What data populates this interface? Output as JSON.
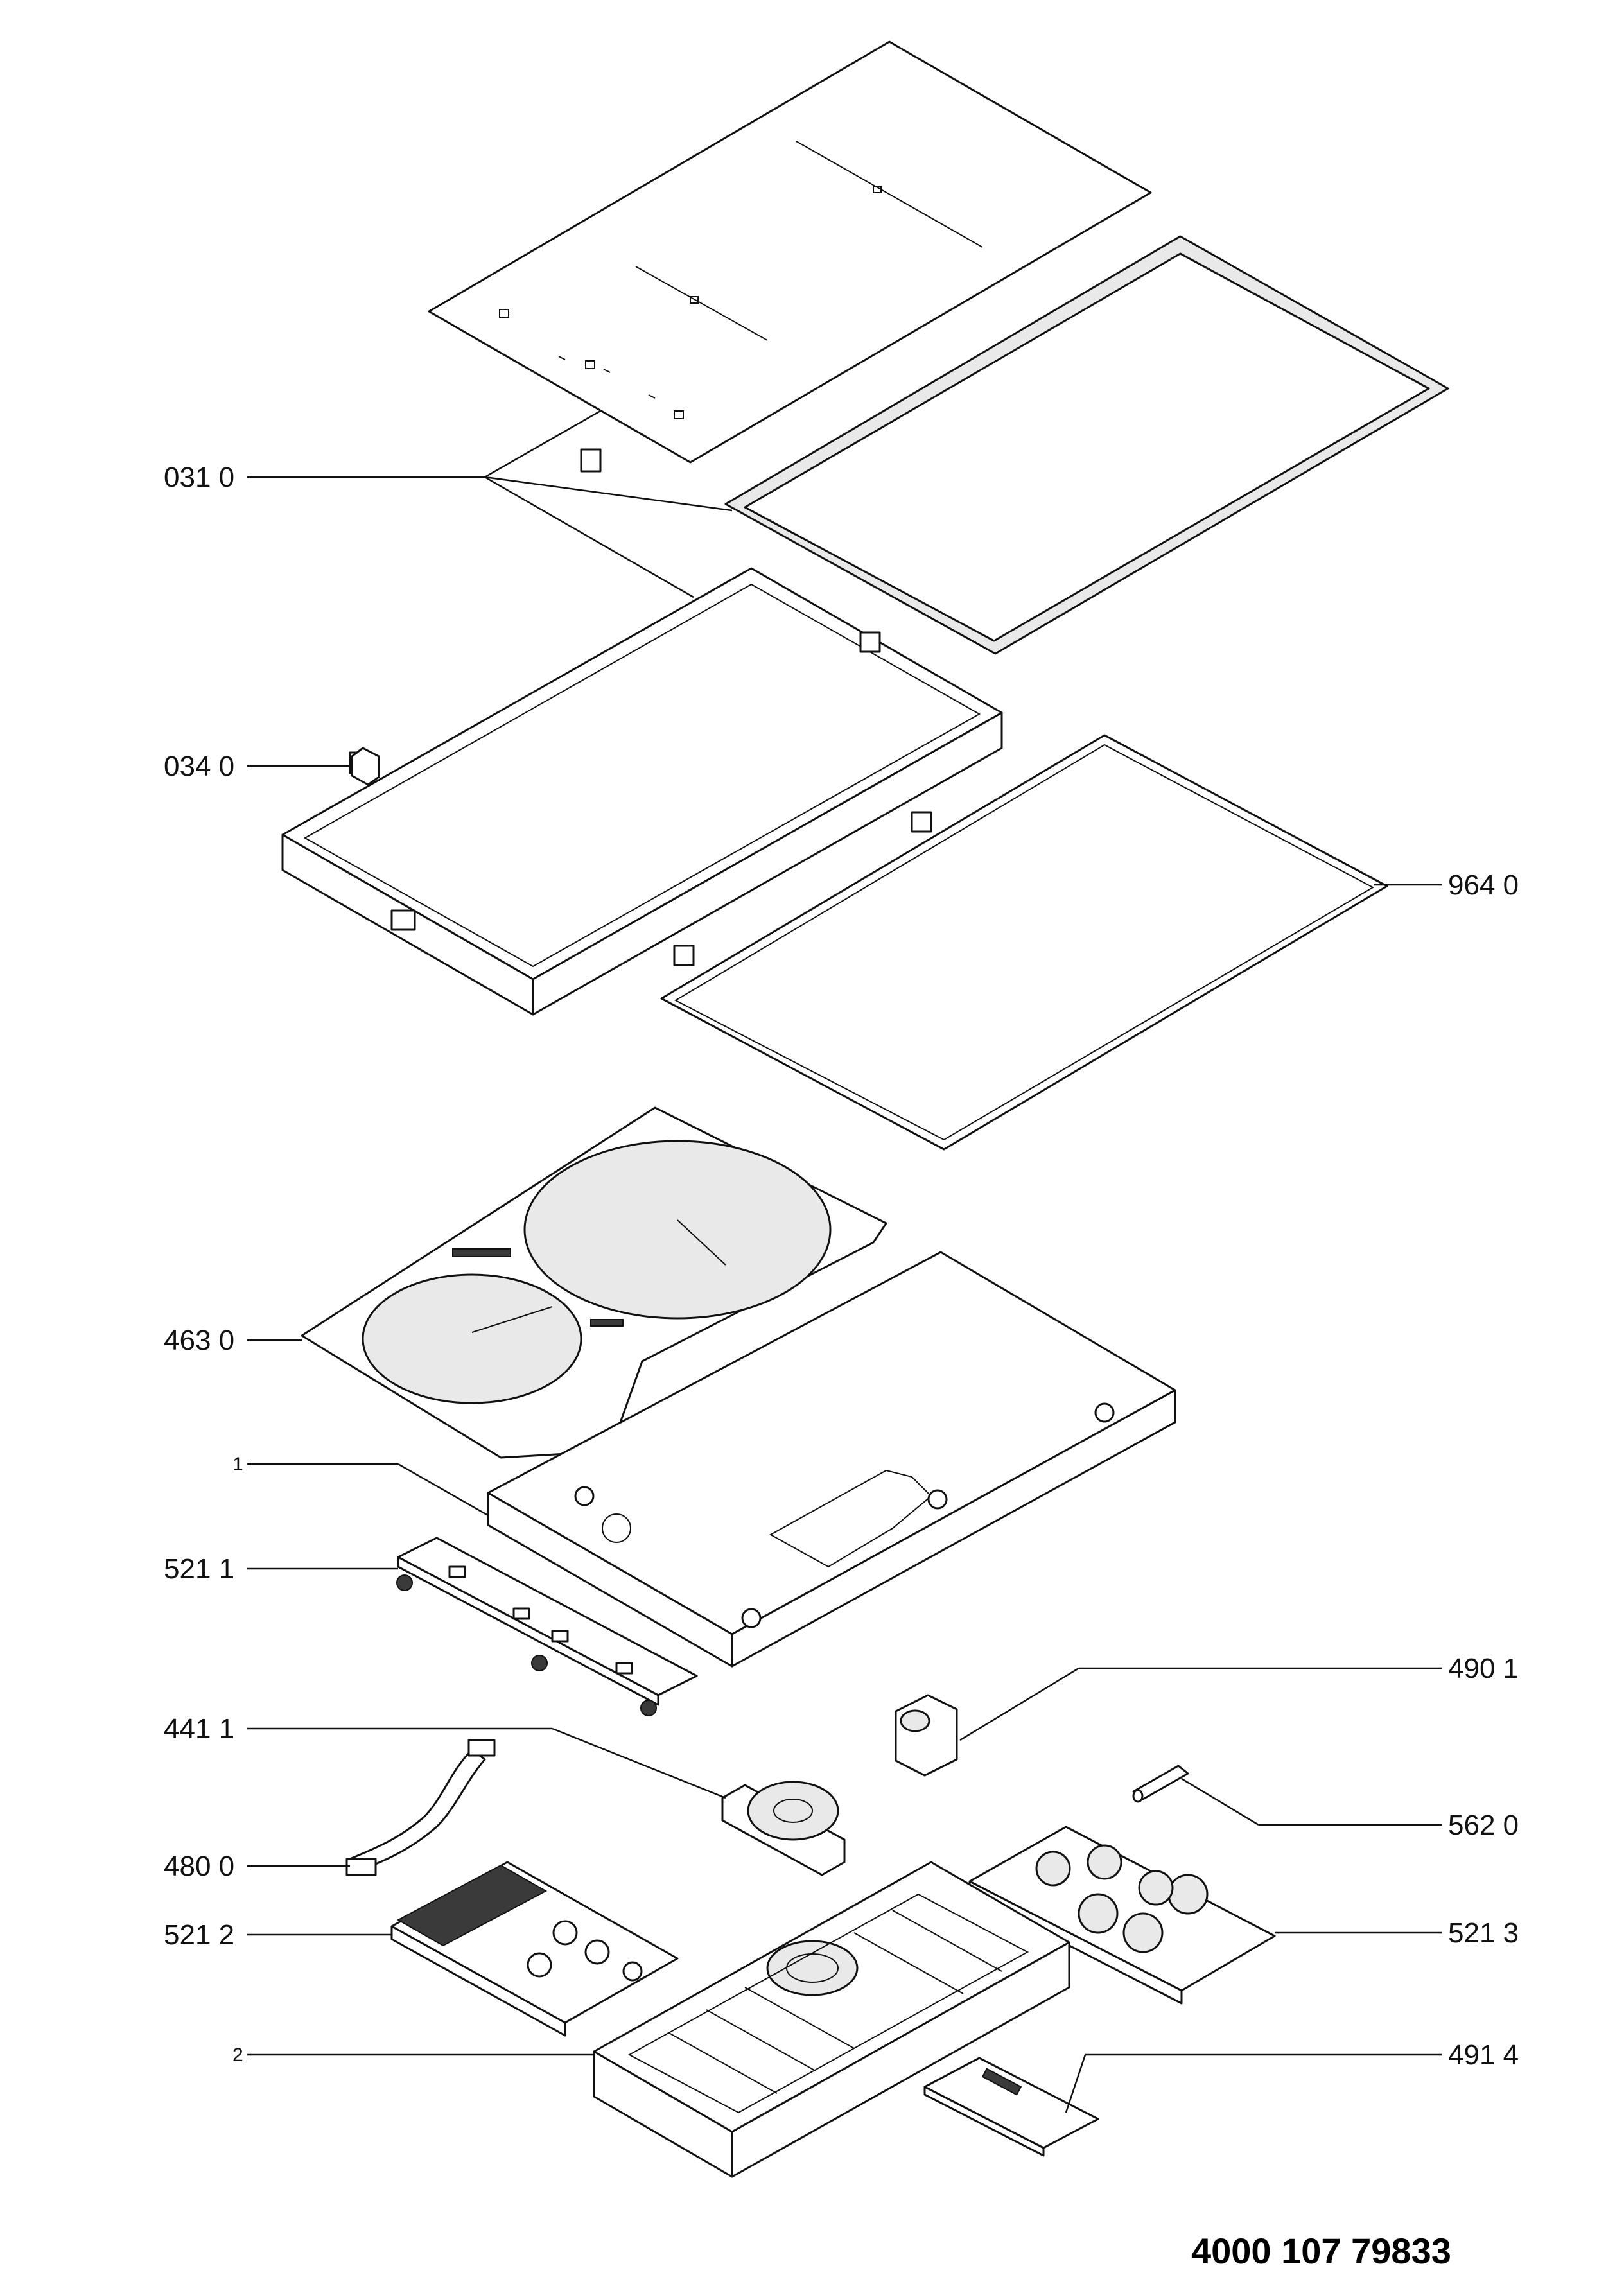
{
  "callouts": {
    "glass_gasket": "031 0",
    "frame_clip": "034 0",
    "seal": "964 0",
    "coil_plate": "463 0",
    "base_plate": "1",
    "control_board": "521 1",
    "relay": "490 1",
    "coil": "441 1",
    "fuse": "562 0",
    "cable": "480 0",
    "power_board_left": "521 2",
    "power_board_right": "521 3",
    "housing": "2",
    "display_board": "491 4"
  },
  "document_number": "4000 107 79833"
}
